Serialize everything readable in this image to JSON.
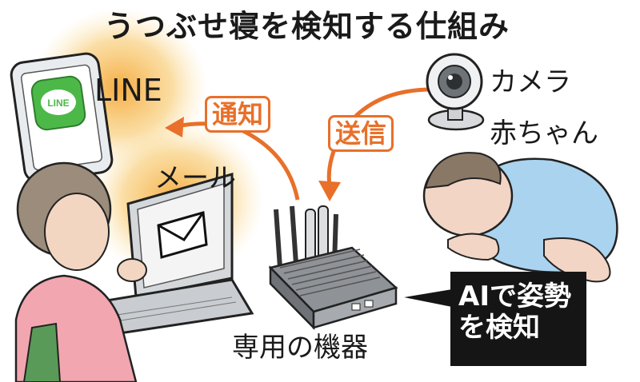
{
  "title": "うつぶせ寝を検知する仕組み",
  "labels": {
    "line": "LINE",
    "mail": "メール",
    "camera": "カメラ",
    "baby": "赤ちゃん",
    "device": "専用の機器"
  },
  "tags": {
    "notify": "通知",
    "send": "送信"
  },
  "ai_box": {
    "line1": "AIで姿勢",
    "line2": "を検知"
  },
  "colors": {
    "accent": "#e8702a",
    "glow": "#f6b23a",
    "line_green": "#4cb848",
    "box_bg": "#151515"
  },
  "icons": [
    "smartphone-icon",
    "laptop-icon",
    "envelope-icon",
    "camera-icon",
    "router-icon",
    "baby-illustration",
    "person-illustration"
  ]
}
